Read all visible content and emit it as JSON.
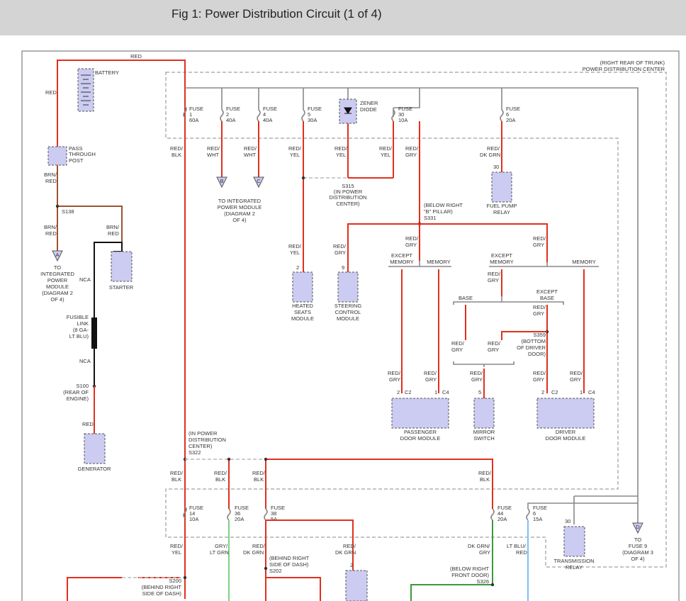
{
  "page": {
    "title": "Fig 1: Power Distribution Circuit (1 of 4)"
  },
  "labels": {
    "red_top": "RED",
    "trunk_1": "(RIGHT REAR OF TRUNK)",
    "trunk_2": "POWER DISTRIBUTION CENTER",
    "battery": "BATTERY",
    "red_left": "RED",
    "pass_1": "PASS",
    "pass_2": "THROUGH",
    "pass_3": "POST",
    "brnred_1a": "BRN/",
    "brnred_1b": "RED",
    "s138": "S138",
    "brnred_2a": "BRN/",
    "brnred_2b": "RED",
    "brnred_3a": "BRN/",
    "brnred_3b": "RED",
    "conn_a": "A",
    "conn_b": "B",
    "conn_c": "C",
    "conn_d": "D",
    "to_ipm_1": "TO",
    "to_ipm_2": "INTEGRATED",
    "to_ipm_3": "POWER",
    "to_ipm_4": "MODULE",
    "to_ipm_5": "(DIAGRAM 2",
    "to_ipm_6": "OF 4)",
    "starter": "STARTER",
    "nca_1": "NCA",
    "nca_2": "NCA",
    "fusible_1": "FUSIBLE",
    "fusible_2": "LINK",
    "fusible_3": "(8 GA-",
    "fusible_4": "LT BLU)",
    "s100_1": "S100",
    "s100_2": "(REAR OF",
    "s100_3": "ENGINE)",
    "red_gen": "RED",
    "generator": "GENERATOR",
    "fuse1_a": "FUSE",
    "fuse1_b": "1",
    "fuse1_c": "60A",
    "fuse2_a": "FUSE",
    "fuse2_b": "2",
    "fuse2_c": "40A",
    "fuse4_a": "FUSE",
    "fuse4_b": "4",
    "fuse4_c": "40A",
    "fuse5_a": "FUSE",
    "fuse5_b": "5",
    "fuse5_c": "30A",
    "zener_1": "ZENER",
    "zener_2": "DIODE",
    "fuse30_a": "FUSE",
    "fuse30_b": "30",
    "fuse30_c": "10A",
    "fuse6t_a": "FUSE",
    "fuse6t_b": "6",
    "fuse6t_c": "20A",
    "w_redblk_a": "RED/",
    "w_redblk_b": "BLK",
    "w_redwht1_a": "RED/",
    "w_redwht1_b": "WHT",
    "w_redwht2_a": "RED/",
    "w_redwht2_b": "WHT",
    "w_redyel1_a": "RED/",
    "w_redyel1_b": "YEL",
    "w_redyel2_a": "RED/",
    "w_redyel2_b": "YEL",
    "w_redyel3_a": "RED/",
    "w_redyel3_b": "YEL",
    "w_redgry1_a": "RED/",
    "w_redgry1_b": "GRY",
    "w_reddkgrn_a": "RED/",
    "w_reddkgrn_b": "DK GRN",
    "pin30_a": "30",
    "fpr_1": "FUEL PUMP",
    "fpr_2": "RELAY",
    "to_ipm2_1": "TO INTEGRATED",
    "to_ipm2_2": "POWER MODULE",
    "to_ipm2_3": "(DIAGRAM 2",
    "to_ipm2_4": "OF 4)",
    "s315_1": "S315",
    "s315_2": "(IN POWER",
    "s315_3": "DISTRIBUTION",
    "s315_4": "CENTER)",
    "s331_1": "(BELOW RIGHT",
    "s331_2": "\"B\" PILLAR)",
    "s331_3": "S331",
    "w_redyel4_a": "RED/",
    "w_redyel4_b": "YEL",
    "w_redgry2_a": "RED/",
    "w_redgry2_b": "GRY",
    "w_redgry3_a": "RED/",
    "w_redgry3_b": "GRY",
    "w_redgry4_a": "RED/",
    "w_redgry4_b": "GRY",
    "pin2_hs": "2",
    "pin9_sc": "9",
    "hs_1": "HEATED",
    "hs_2": "SEATS",
    "hs_3": "MODULE",
    "sc_1": "STEERING",
    "sc_2": "CONTROL",
    "sc_3": "MODULE",
    "exmem1_a": "EXCEPT",
    "exmem1_b": "MEMORY",
    "mem1": "MEMORY",
    "exmem2_a": "EXCEPT",
    "exmem2_b": "MEMORY",
    "mem2": "MEMORY",
    "w_redgry5_a": "RED/",
    "w_redgry5_b": "GRY",
    "base": "BASE",
    "exbase_a": "EXCEPT",
    "exbase_b": "BASE",
    "w_redgry6_a": "RED/",
    "w_redgry6_b": "GRY",
    "s359_1": "S359",
    "s359_2": "(BOTTOM",
    "s359_3": "OF DRIVER",
    "s359_4": "DOOR)",
    "w_redgry7_a": "RED/",
    "w_redgry7_b": "GRY",
    "w_redgry8_a": "RED/",
    "w_redgry8_b": "GRY",
    "w_redgry9_a": "RED/",
    "w_redgry9_b": "GRY",
    "w_redgry10_a": "RED/",
    "w_redgry10_b": "GRY",
    "w_redgry11_a": "RED/",
    "w_redgry11_b": "GRY",
    "w_redgry12_a": "RED/",
    "w_redgry12_b": "GRY",
    "w_redgry13_a": "RED/",
    "w_redgry13_b": "GRY",
    "pdm_p1": "2",
    "pdm_c2": "C2",
    "pdm_p2": "1",
    "pdm_c4": "C4",
    "pdm_1": "PASSENGER",
    "pdm_2": "DOOR MODULE",
    "ms_p": "5",
    "ms_1": "MIRROR",
    "ms_2": "SWITCH",
    "ddm_p1": "2",
    "ddm_c2": "C2",
    "ddm_p2": "1",
    "ddm_c4": "C4",
    "ddm_1": "DRIVER",
    "ddm_2": "DOOR MODULE",
    "s322_1": "(IN POWER",
    "s322_2": "DISTRIBUTION",
    "s322_3": "CENTER)",
    "s322_4": "S322",
    "b_redblk1_a": "RED/",
    "b_redblk1_b": "BLK",
    "b_redblk2_a": "RED/",
    "b_redblk2_b": "BLK",
    "b_redblk3_a": "RED/",
    "b_redblk3_b": "BLK",
    "b_redblk4_a": "RED/",
    "b_redblk4_b": "BLK",
    "fuse14_a": "FUSE",
    "fuse14_b": "14",
    "fuse14_c": "10A",
    "fuse36a_a": "FUSE",
    "fuse36a_b": "36",
    "fuse36a_c": "20A",
    "fuse38_a": "FUSE",
    "fuse38_b": "38",
    "fuse38_c": "5A",
    "fuse44_a": "FUSE",
    "fuse44_b": "44",
    "fuse44_c": "20A",
    "fuse6b_a": "FUSE",
    "fuse6b_b": "6",
    "fuse6b_c": "15A",
    "b_redyel_a": "RED/",
    "b_redyel_b": "YEL",
    "b_gryltgrn_a": "GRY/",
    "b_gryltgrn_b": "LT GRN",
    "b_reddkgrn_a": "RED/",
    "b_reddkgrn_b": "DK GRN",
    "b_reddkgrn2_a": "RED/",
    "b_reddkgrn2_b": "DK GRN",
    "b_dkgrngry_a": "DK GRN/",
    "b_dkgrngry_b": "GRY",
    "b_ltblured_a": "LT BLU/",
    "b_ltblured_b": "RED",
    "b_pin2": "2",
    "b_pin30": "30",
    "s202_1": "(BEHIND RIGHT",
    "s202_2": "SIDE OF DASH)",
    "s202_3": "S202",
    "s200_1": "S200",
    "s200_2": "(BEHIND RIGHT",
    "s200_3": "SIDE OF DASH)",
    "s326_1": "(BELOW RIGHT",
    "s326_2": "FRONT DOOR)",
    "s326_3": "S326",
    "tr_1": "TRANSMISSION",
    "tr_2": "RELAY",
    "tofuse9_1": "TO",
    "tofuse9_2": "FUSE 9",
    "tofuse9_3": "(DIAGRAM 3",
    "tofuse9_4": "OF 4)"
  }
}
